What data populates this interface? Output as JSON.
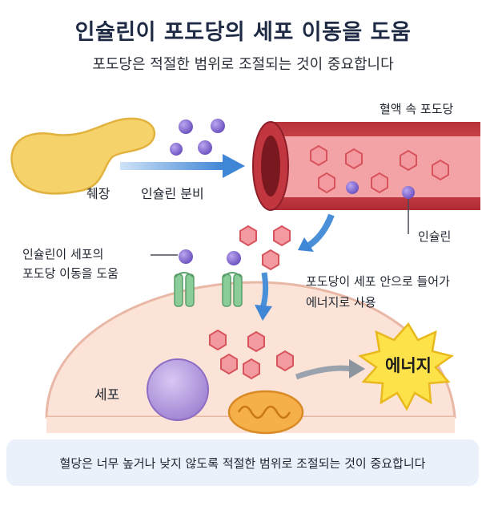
{
  "title": "인슐린이 포도당의 세포 이동을 도움",
  "subtitle": "포도당은 적절한 범위로 조절되는 것이 중요합니다",
  "labels": {
    "pancreas": "췌장",
    "insulin_secretion": "인슐린 분비",
    "blood_glucose": "혈액 속 포도당",
    "insulin": "인슐린",
    "insulin_helps_line1": "인슐린이 세포의",
    "insulin_helps_line2": "포도당 이동을 도움",
    "glucose_enters_line1": "포도당이 세포 안으로 들어가",
    "glucose_enters_line2": "에너지로 사용",
    "cell": "세포",
    "energy": "에너지"
  },
  "footer": "혈당은 너무 높거나 낮지 않도록 적절한 범위로 조절되는 것이 중요합니다",
  "colors": {
    "title": "#1f2a44",
    "vessel": "#d9444c",
    "glucose": "#f08a93",
    "insulin": "#8a6fd0",
    "receptor": "#7fc48f",
    "cell": "#fbe2d6",
    "nucleus": "#b79ce0",
    "mitochondria": "#f2a640",
    "energy_burst": "#fde24a",
    "arrow": "#4a90d9"
  }
}
